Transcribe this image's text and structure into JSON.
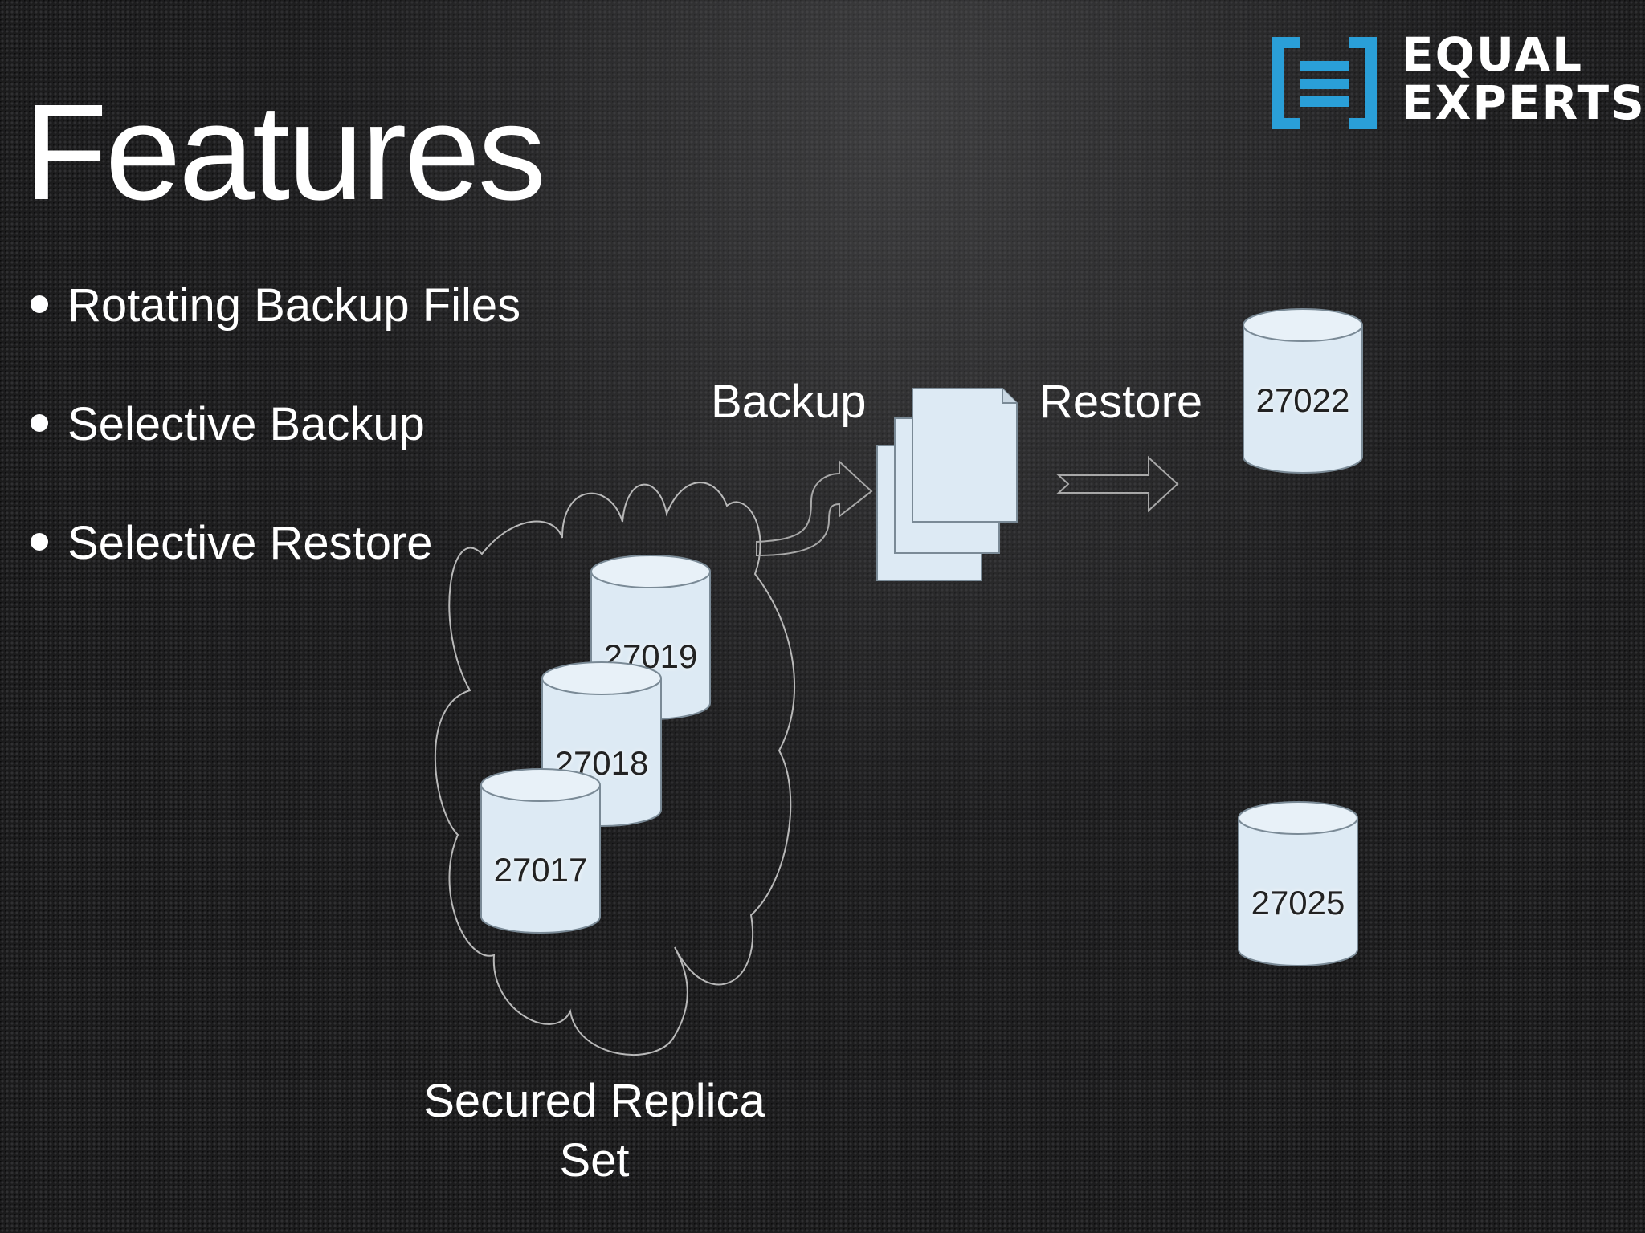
{
  "slide": {
    "title": "Features",
    "bullets": [
      "Rotating Backup Files",
      "Selective Backup",
      "Selective Restore"
    ]
  },
  "logo": {
    "line1": "EQUAL",
    "line2": "EXPERTS",
    "brand_color": "#2a9fd8"
  },
  "diagram": {
    "backup_label": "Backup",
    "restore_label": "Restore",
    "replica_set_caption_line1": "Secured Replica",
    "replica_set_caption_line2": "Set",
    "replica_nodes": [
      "27019",
      "27018",
      "27017"
    ],
    "restore_targets": [
      "27022",
      "27025"
    ],
    "database_fill": "#ddeaf4",
    "database_stroke": "#7a8a96"
  }
}
